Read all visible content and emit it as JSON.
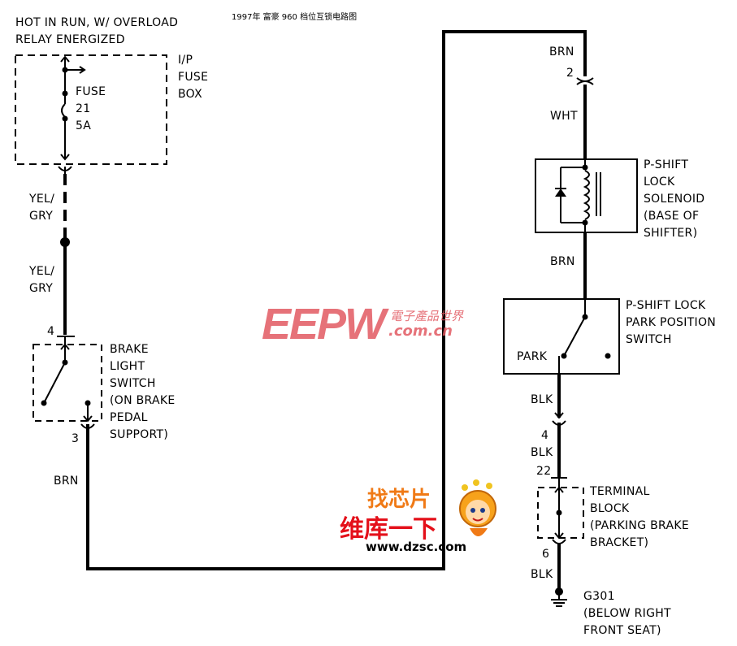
{
  "diagram_title": "1997年 富豪 960 档位互锁电路图",
  "power_source": {
    "line1": "HOT IN RUN, W/ OVERLOAD",
    "line2": "RELAY ENERGIZED"
  },
  "fuse_box": {
    "line1": "I/P",
    "line2": "FUSE",
    "line3": "BOX"
  },
  "fuse": {
    "line1": "FUSE",
    "line2": "21",
    "line3": "5A"
  },
  "wires": {
    "yel_gry_1a": "YEL/",
    "yel_gry_1b": "GRY",
    "yel_gry_2a": "YEL/",
    "yel_gry_2b": "GRY",
    "brn_left": "BRN",
    "brn_top": "BRN",
    "wht": "WHT",
    "brn_mid": "BRN",
    "blk_1": "BLK",
    "blk_2": "BLK",
    "blk_3": "BLK"
  },
  "pins": {
    "brake_in": "4",
    "brake_out": "3",
    "connector_2": "2",
    "pin_4": "4",
    "pin_22": "22",
    "pin_6": "6"
  },
  "brake_switch": {
    "line1": "BRAKE",
    "line2": "LIGHT",
    "line3": "SWITCH",
    "line4": "(ON BRAKE",
    "line5": "PEDAL",
    "line6": "SUPPORT)"
  },
  "solenoid": {
    "line1": "P-SHIFT",
    "line2": "LOCK",
    "line3": "SOLENOID",
    "line4": "(BASE OF",
    "line5": "SHIFTER)"
  },
  "park_switch": {
    "line1": "P-SHIFT LOCK",
    "line2": "PARK POSITION",
    "line3": "SWITCH",
    "contact": "PARK"
  },
  "terminal_block": {
    "line1": "TERMINAL",
    "line2": "BLOCK",
    "line3": "(PARKING BRAKE",
    "line4": "BRACKET)"
  },
  "ground": {
    "line1": "G301",
    "line2": "(BELOW RIGHT",
    "line3": "FRONT SEAT)"
  },
  "watermark_eepw": {
    "logo": "EEPW",
    "cn": "電子產品世界",
    "url": ".com.cn"
  },
  "watermark_dzsc": {
    "top": "找芯片",
    "mid": "维库一下",
    "url": "www.dzsc.com"
  }
}
